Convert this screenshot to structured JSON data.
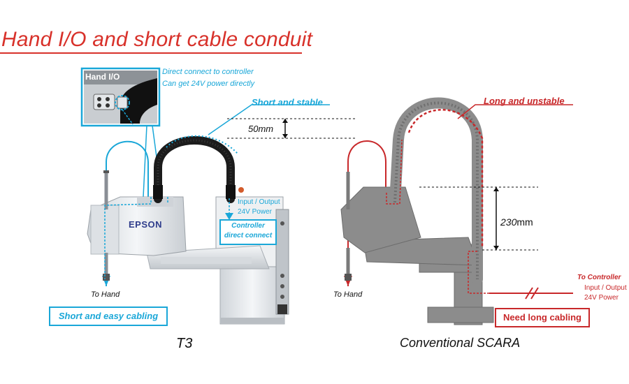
{
  "title": "Hand I/O and short cable conduit",
  "t3": {
    "inset_label": "Hand I/O",
    "inset_note_1": "Direct connect to controller",
    "inset_note_2": "Can get 24V power directly",
    "short_stable": "Short and stable",
    "dim_50": "50mm",
    "logo": "EPSON",
    "io_line_1": "Input / Output",
    "io_line_2": "24V Power",
    "controller_line_1": "Controller",
    "controller_line_2": "direct connect",
    "to_hand": "To Hand",
    "easy_cabling": "Short and easy cabling",
    "caption": "T3"
  },
  "scara": {
    "long_unstable": "Long and unstable",
    "dim_230_num": "230",
    "dim_230_unit": "mm",
    "to_hand": "To Hand",
    "to_controller": "To Controller",
    "io_line_1": "Input / Output",
    "io_line_2": "24V Power",
    "need_long": "Need long cabling",
    "caption": "Conventional SCARA"
  },
  "colors": {
    "title_red": "#d8312a",
    "accent_blue": "#1aa7d8",
    "accent_red": "#c8282a",
    "robot_white": "#e9ecef",
    "robot_gray": "#8c8c8c",
    "conduit": "#1c1c1c"
  }
}
